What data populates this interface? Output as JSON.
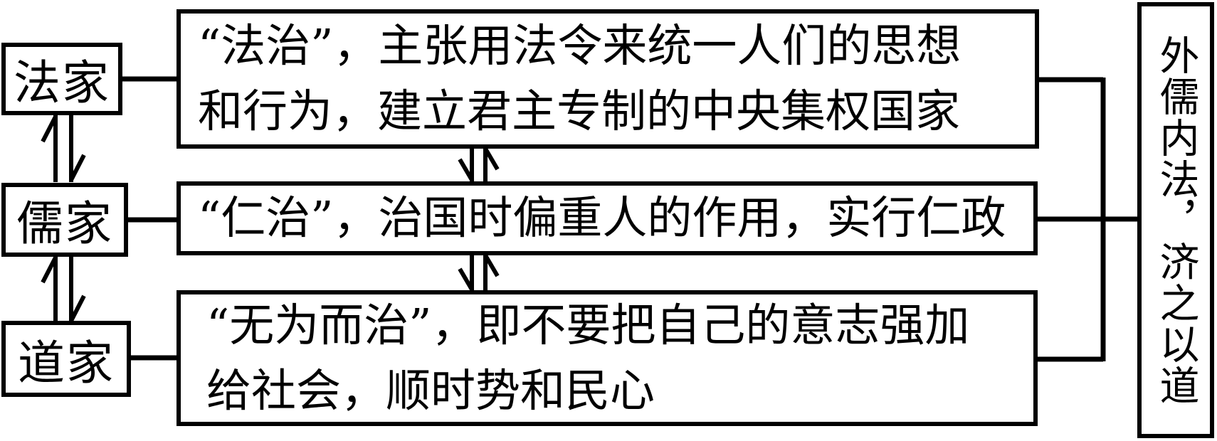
{
  "colors": {
    "line": "#000000",
    "background": "#ffffff",
    "text": "#000000"
  },
  "diagram": {
    "schools": [
      {
        "label": "法家",
        "desc_line1": "“法治”，主张用法令来统一人们的思想",
        "desc_line2": "和行为，建立君主专制的中央集权国家"
      },
      {
        "label": "儒家",
        "desc_line1": "“仁治”，治国时偏重人的作用，实行仁政",
        "desc_line2": ""
      },
      {
        "label": "道家",
        "desc_line1": "“无为而治”，即不要把自己的意志强加",
        "desc_line2": "给社会，顺时势和民心"
      }
    ],
    "conclusion": "外儒内法，济之以道"
  }
}
